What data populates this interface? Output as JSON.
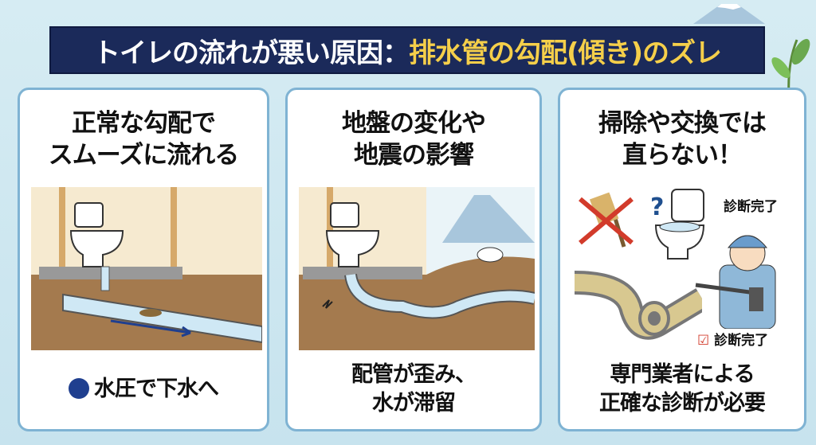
{
  "title": {
    "white": "トイレの流れが悪い原因：",
    "yellow": "排水管の勾配(傾き)のズレ"
  },
  "panels": [
    {
      "heading": [
        "正常な勾配で",
        "スムーズに流れる"
      ],
      "footer": "水圧で下水へ",
      "footer_icon": "water-drop-icon"
    },
    {
      "heading": [
        "地盤の変化や",
        "地震の影響"
      ],
      "footer": [
        "配管が歪み、",
        "水が滞留"
      ]
    },
    {
      "heading": [
        "掃除や交換では",
        "直らない！"
      ],
      "badge_top": "診断完了",
      "badge_check": "診断完了",
      "footer": [
        "専門業者による",
        "正確な診断が必要"
      ]
    }
  ],
  "colors": {
    "navy": "#1b2a5a",
    "yellow": "#f5cf4a",
    "panel_border": "#7fb3d3"
  }
}
